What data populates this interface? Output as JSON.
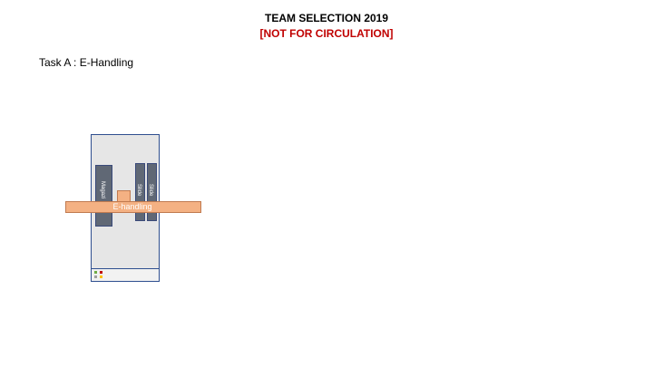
{
  "header": {
    "title": "TEAM SELECTION 2019",
    "subtitle": "[NOT FOR CIRCULATION]",
    "subtitle_color": "#c00000"
  },
  "task": {
    "label": "Task A : E-Handling"
  },
  "diagram": {
    "magazine_label": "Magazi",
    "slide1_label": "Slide",
    "slide2_label": "Slide",
    "rail_label": "E-handling",
    "colors": {
      "frame": "#e6e6e6",
      "bar": "#606875",
      "rail": "#f4b183",
      "indicator_green": "#70ad47",
      "indicator_red": "#c00000",
      "indicator_yellow": "#ffc000",
      "indicator_gray": "#a0a0a0"
    }
  }
}
